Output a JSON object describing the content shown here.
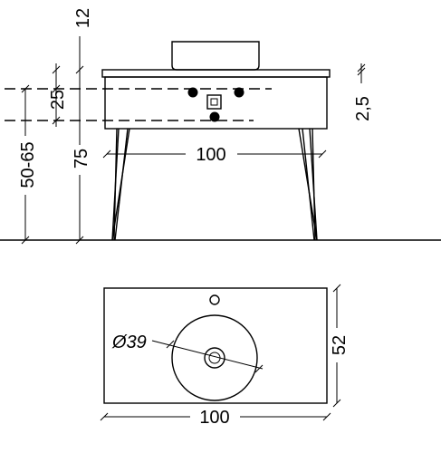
{
  "front_view": {
    "dims": {
      "top_thickness": "12",
      "drawer_offset": "25",
      "counter_offset": "2,5",
      "mount_height": "50-65",
      "total_height": "75",
      "width": "100"
    }
  },
  "top_view": {
    "dims": {
      "bowl_diameter": "Ø39",
      "depth": "52",
      "width": "100"
    }
  }
}
